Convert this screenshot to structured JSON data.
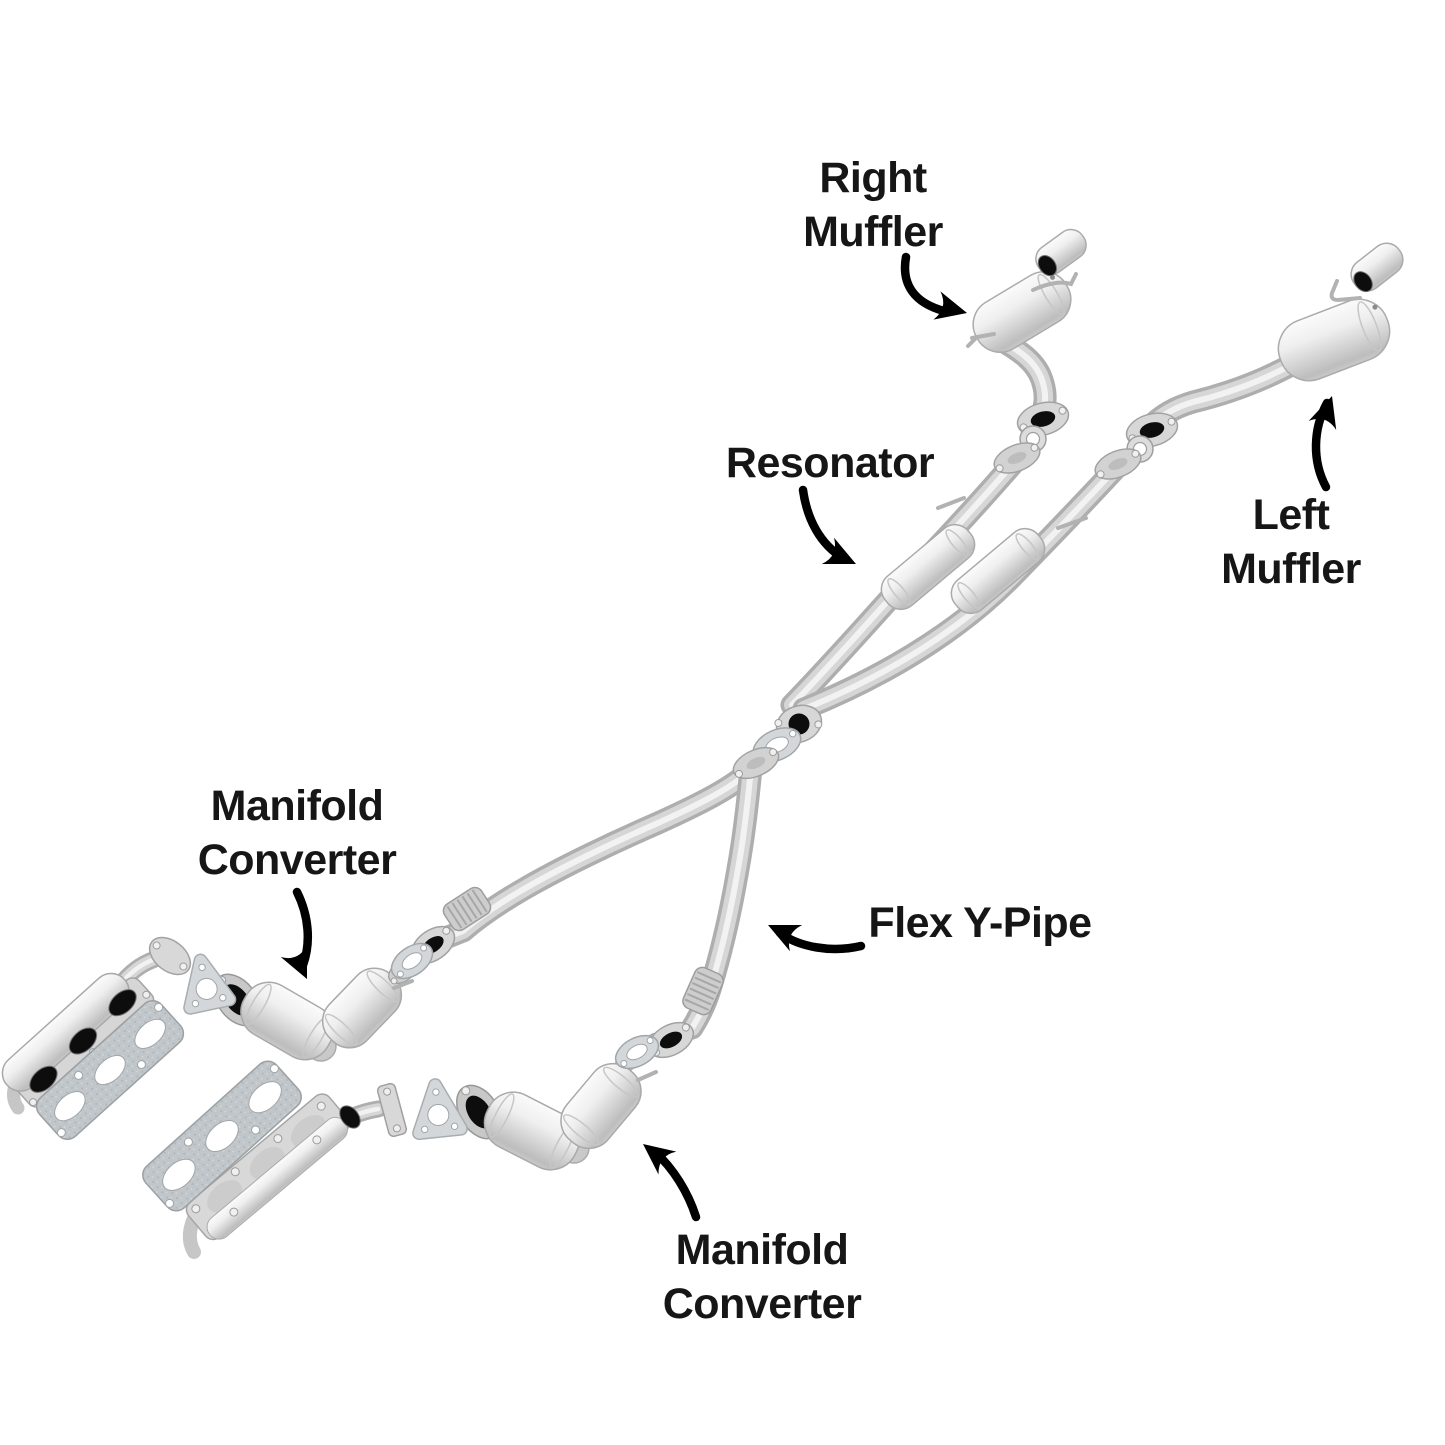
{
  "diagram": {
    "labels": [
      {
        "id": "right-muffler",
        "lines": [
          "Right",
          "Muffler"
        ]
      },
      {
        "id": "left-muffler",
        "lines": [
          "Left",
          "Muffler"
        ]
      },
      {
        "id": "resonator",
        "lines": [
          "Resonator"
        ]
      },
      {
        "id": "manifold-converter-left",
        "lines": [
          "Manifold",
          "Converter"
        ]
      },
      {
        "id": "flex-y-pipe",
        "lines": [
          "Flex Y-Pipe"
        ]
      },
      {
        "id": "manifold-converter-right",
        "lines": [
          "Manifold",
          "Converter"
        ]
      }
    ],
    "colors": {
      "background": "#ffffff",
      "text": "#161616",
      "arrow": "#000000",
      "metal_light": "#f2f2f2",
      "metal_mid": "#d6d6d6",
      "metal_dark": "#a8a8a8",
      "port_black": "#0d0d0d",
      "gasket": "#c0c6c9"
    }
  }
}
